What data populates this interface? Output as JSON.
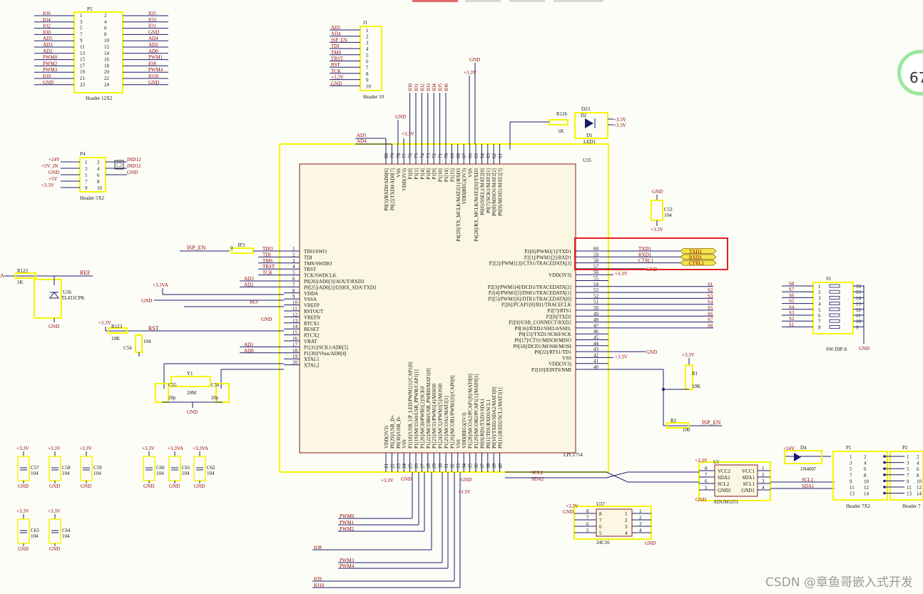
{
  "colors": {
    "wire": "#1a1a6e",
    "label": "#8b0000",
    "part": "#f5f500",
    "body": "#fbf7e2",
    "border": "#8b1a1a",
    "highlight": "#e02020",
    "port": "#f4e44c"
  },
  "watermark": "CSDN @章鱼哥嵌入式开发",
  "zoom_badge": "67",
  "ic": {
    "designator": "U35",
    "part": "LPC1754",
    "left_pins": [
      {
        "num": "1",
        "name": "TDO/SWO",
        "net": "TDO"
      },
      {
        "num": "2",
        "name": "TDI",
        "net": "TDI"
      },
      {
        "num": "3",
        "name": "TMS/SWDIO",
        "net": "TMS"
      },
      {
        "num": "4",
        "name": "TRST",
        "net": "TRST"
      },
      {
        "num": "5",
        "name": "TCK/SWDCLK",
        "net": "TCK"
      },
      {
        "num": "6",
        "name": "P0[26]/AD0[3]/AOUT/RXD3",
        "net": "AD3"
      },
      {
        "num": "7",
        "name": "P0[25]/AD0[2]/I2SRX_SDA/TXD3",
        "net": "AD2"
      },
      {
        "num": "8",
        "name": "VDDA",
        "net": "+3.3VA"
      },
      {
        "num": "9",
        "name": "VSSA",
        "net": "GND"
      },
      {
        "num": "10",
        "name": "VREFP",
        "net": "REF"
      },
      {
        "num": "11",
        "name": "RSTOUT",
        "net": ""
      },
      {
        "num": "12",
        "name": "VREFN",
        "net": "GND"
      },
      {
        "num": "13",
        "name": "RTCX1",
        "net": ""
      },
      {
        "num": "14",
        "name": "RESET",
        "net": "RST"
      },
      {
        "num": "15",
        "name": "RTCX2",
        "net": ""
      },
      {
        "num": "16",
        "name": "VBAT",
        "net": ""
      },
      {
        "num": "17",
        "name": "P1[31]/SCK1/AD0[5]",
        "net": "AD1"
      },
      {
        "num": "18",
        "name": "P1[30]/Vbus/AD0[4]",
        "net": "AD0"
      },
      {
        "num": "19",
        "name": "XTAL1",
        "net": ""
      },
      {
        "num": "20",
        "name": "XTAL2",
        "net": ""
      }
    ],
    "right_pins": [
      {
        "num": "60",
        "name": "P2[0]/PWM1[1]/TXD1",
        "net": "TXD1"
      },
      {
        "num": "59",
        "name": "P2[1]/PWM1[2]/RXD1",
        "net": "RXD1"
      },
      {
        "num": "58",
        "name": "P2[2]/PWM1[3]/CTS1/TRACEDATA[3]",
        "net": "CTRL1"
      },
      {
        "num": "57",
        "name": "",
        "net": "GND"
      },
      {
        "num": "56",
        "name": "VDD(3V3)",
        "net": "+3.3V"
      },
      {
        "num": "55",
        "name": "",
        "net": ""
      },
      {
        "num": "54",
        "name": "P2[3]/PWM1[4]/DCD1/TRACEDATA[2]",
        "net": "S1"
      },
      {
        "num": "53",
        "name": "P2[4]/PWM1[5]/DSR1/TRACEDATA[1]",
        "net": "S2"
      },
      {
        "num": "52",
        "name": "P2[5]/PWM1[6]/DTR1/TRACEDATA[0]",
        "net": "S3"
      },
      {
        "num": "51",
        "name": "P2[6]/PCAP1[0]/RI1/TRACECLK",
        "net": "S4"
      },
      {
        "num": "50",
        "name": "P2[7]/RTS1",
        "net": "S5"
      },
      {
        "num": "49",
        "name": "P2[8]/TXD2",
        "net": "S6"
      },
      {
        "num": "48",
        "name": "P2[9]/USB_CONNECT/RXD2",
        "net": "S7"
      },
      {
        "num": "47",
        "name": "P0[16]/RXD1/SSEL0/SSEL",
        "net": "S8"
      },
      {
        "num": "46",
        "name": "P0[15]/TXD1/SCK0/SCK",
        "net": ""
      },
      {
        "num": "45",
        "name": "P0[17]/CTS1/MISO0/MISO",
        "net": ""
      },
      {
        "num": "44",
        "name": "P0[18]/DCD1/MOSI0/MOSI",
        "net": ""
      },
      {
        "num": "43",
        "name": "P0[22]/RTS1/TD1",
        "net": "GND"
      },
      {
        "num": "42",
        "name": "VSS",
        "net": "+3.3V"
      },
      {
        "num": "41",
        "name": "VDD(3V3)",
        "net": ""
      },
      {
        "num": "40",
        "name": "P2[10]/EINT0/NMI",
        "net": "ISP_EN"
      }
    ],
    "top_pins": [
      {
        "num": "80",
        "name": "P0[3]/RXD0/AD0[6]",
        "net": "AD5"
      },
      {
        "num": "79",
        "name": "P0[2]/TXD0/AD0[7]",
        "net": "AD4"
      },
      {
        "num": "78",
        "name": "VSS",
        "net": "GND"
      },
      {
        "num": "77",
        "name": "VDD(3V3)",
        "net": "+3.3V"
      },
      {
        "num": "76",
        "name": "P1[0]",
        "net": "IO0"
      },
      {
        "num": "75",
        "name": "P1[1]",
        "net": "IO1"
      },
      {
        "num": "74",
        "name": "P1[4]",
        "net": "IO2"
      },
      {
        "num": "73",
        "name": "P1[8]",
        "net": "IO3"
      },
      {
        "num": "72",
        "name": "P1[9]",
        "net": "IO4"
      },
      {
        "num": "71",
        "name": "P1[10]",
        "net": "IO5"
      },
      {
        "num": "70",
        "name": "P1[14]",
        "net": "IO6"
      },
      {
        "num": "69",
        "name": "P1[15]",
        "net": ""
      },
      {
        "num": "68",
        "name": "P4[29]/TX_MCLK/MAT2[1]/RXD3",
        "net": ""
      },
      {
        "num": "67",
        "name": "VDD(REG)(3V3)",
        "net": "+3.3V"
      },
      {
        "num": "66",
        "name": "VSS",
        "net": "GND"
      },
      {
        "num": "65",
        "name": "P4[28]/RX_MCLK/MAT2[0]/TXD3",
        "net": ""
      },
      {
        "num": "64",
        "name": "P0[6]/SSEL1/MAT2[0]",
        "net": ""
      },
      {
        "num": "63",
        "name": "P0[7]/SCK1/MAT2[1]",
        "net": ""
      },
      {
        "num": "62",
        "name": "P0[8]/MISO1/MAT2[2]",
        "net": ""
      },
      {
        "num": "61",
        "name": "P0[9]/MOSI1/MAT2[3]",
        "net": ""
      }
    ],
    "bottom_pins": [
      {
        "num": "21",
        "name": "VDD(3V3)",
        "net": "+3.3V"
      },
      {
        "num": "22",
        "name": "P0[29]/USB_D+",
        "net": ""
      },
      {
        "num": "23",
        "name": "P0[30]/USB_D-",
        "net": ""
      },
      {
        "num": "24",
        "name": "VSS",
        "net": "GND"
      },
      {
        "num": "25",
        "name": "P1[18]/USB_UP_LED/PWM1[1]/CAP1[0]",
        "net": ""
      },
      {
        "num": "26",
        "name": "P1[19]/MCOA0/USB_PPWR/CAP1[1]",
        "net": ""
      },
      {
        "num": "27",
        "name": "P1[20]/MCI0/PWM1[2]/SCK0",
        "net": "PWM0"
      },
      {
        "num": "28",
        "name": "P1[22]/MCOB0/USB_PWRD/MAT1[0]",
        "net": "PWM1"
      },
      {
        "num": "29",
        "name": "P1[23]/MCI1/PWM1[4]/MISO0",
        "net": "PWM2"
      },
      {
        "num": "30",
        "name": "P1[24]/MCI2/PWM1[5]/MOSI0",
        "net": "IO8"
      },
      {
        "num": "31",
        "name": "P1[25]/MCOA1/MAT1[1]",
        "net": "PWM3"
      },
      {
        "num": "32",
        "name": "P1[26]/MCOB1/PWM1[6]/CAP0[0]",
        "net": "PWM4"
      },
      {
        "num": "33",
        "name": "VSS",
        "net": "IO9"
      },
      {
        "num": "34",
        "name": "VDD(REG)(3V3)",
        "net": "IO10"
      },
      {
        "num": "35",
        "name": "P1[28]/MCOA2/PCAP1[0]/MAT0[0]",
        "net": "GND"
      },
      {
        "num": "36",
        "name": "P1[29]/MCOB2/PCAP1[1]/MAT0[1]",
        "net": "+3.3V"
      },
      {
        "num": "37",
        "name": "P0[0]/RD1/TXD3/SDA1",
        "net": ""
      },
      {
        "num": "38",
        "name": "P0[1]/TD1/RXD3/SCL1",
        "net": ""
      },
      {
        "num": "39",
        "name": "P0[10]/TXD2/SDA2/MAT3[0]",
        "net": "SCL2"
      },
      {
        "num": "40",
        "name": "P0[11]/RXD2/SCL2/MAT3[1]",
        "net": "SDA2"
      }
    ]
  },
  "net_labels": {
    "tdo": "TDO",
    "tdi": "TDI",
    "tms": "TMS",
    "trst": "TRST",
    "tck": "TCK",
    "isp_en": "ISP_EN",
    "isp_en2": "ISP_EN",
    "gnd": "GND",
    "v33": "+3.3V",
    "v33a": "+3.3VA",
    "ref": "REF",
    "rst": "RST",
    "a": "A",
    "vcc24": "+24V",
    "v5": "+5V",
    "v5in": "+5V_IN",
    "scl1": "SCL1",
    "sda1": "SDA1",
    "scl2": "SCL2",
    "sda2": "SDA2"
  },
  "ports": [
    {
      "label": "TXD1",
      "num": "60"
    },
    {
      "label": "RXD1",
      "num": "59"
    },
    {
      "label": "CTRL1",
      "num": "58"
    }
  ],
  "p5": {
    "des": "P5",
    "part": "Header 12X2",
    "left_nets": [
      "IO6",
      "IO4",
      "IO2",
      "IO0",
      "AD5",
      "AD3",
      "AD1",
      "PWM0",
      "PWM2",
      "PWM3",
      "IO9",
      "GND"
    ],
    "right_nets": [
      "IO5",
      "IO3",
      "IO1",
      "GND",
      "AD4",
      "AD2",
      "AD0",
      "PWM1",
      "IO8",
      "PWM4",
      "IO10",
      "GND"
    ],
    "left_nums": [
      "1",
      "3",
      "5",
      "7",
      "9",
      "11",
      "13",
      "15",
      "17",
      "19",
      "21",
      "23"
    ],
    "right_nums": [
      "2",
      "4",
      "6",
      "8",
      "10",
      "12",
      "14",
      "16",
      "18",
      "20",
      "22",
      "24"
    ]
  },
  "j1": {
    "des": "J1",
    "part": "Header 10",
    "nets": [
      "AD5",
      "AD4",
      "ISP_EN",
      "TDI",
      "TMS",
      "TRST",
      "RST",
      "TCK",
      "+3.3V",
      "GND"
    ],
    "nums": [
      "1",
      "2",
      "3",
      "4",
      "5",
      "6",
      "7",
      "8",
      "9",
      "10"
    ]
  },
  "p4": {
    "des": "P4",
    "part": "Header 5X2",
    "left_nets": [
      "+24V",
      "+5V_IN",
      "GND",
      "+5V",
      "+3.3V"
    ],
    "right_nets": [
      "IND12",
      "IND12",
      "GND",
      "",
      ""
    ],
    "left_nums": [
      "1",
      "3",
      "5",
      "7",
      "9"
    ],
    "right_nums": [
      "2",
      "4",
      "6",
      "8",
      "10"
    ]
  },
  "parts": {
    "r126": "R126",
    "r126v": "1K",
    "d23": "D23",
    "d2": "D2",
    "d1": "D1",
    "led1": "LED1",
    "r122": "R122",
    "r122v": "1K",
    "u36": "U36",
    "u36p": "TL431CPK",
    "r123": "R123",
    "r123v": "10K",
    "c54": "C54",
    "c54v": "104",
    "y1": "Y1",
    "y1v": "20M",
    "c55": "C55",
    "c55v": "20p",
    "c5x": "C5x",
    "c5xv": "20p",
    "jp3": "JP3",
    "jp3v": "0",
    "c53": "C53",
    "c53v": "104",
    "r1": "R1",
    "r1v": "10K",
    "r2": "R2",
    "r2v": "100",
    "s1": "S1",
    "s1p": "SW DIP-8",
    "d4": "D4",
    "d4p": "1N4007",
    "u1": "U1",
    "u1p": "ADUM1251",
    "u37": "U37",
    "u37p": "24C16",
    "p1": "P1",
    "p1p": "Header 7X2",
    "p2": "P2",
    "p2p": "Header 7"
  },
  "caps": [
    {
      "des": "C57",
      "val": "104",
      "supply": "+3.3V"
    },
    {
      "des": "C58",
      "val": "104",
      "supply": "+3.3V"
    },
    {
      "des": "C59",
      "val": "104",
      "supply": "+3.3V"
    },
    {
      "des": "C60",
      "val": "104",
      "supply": "+3.3V"
    },
    {
      "des": "C61",
      "val": "104",
      "supply": "+3.3VA"
    },
    {
      "des": "C62",
      "val": "104",
      "supply": "+3.3VA"
    },
    {
      "des": "C63",
      "val": "104",
      "supply": "+3.3V"
    },
    {
      "des": "C64",
      "val": "104",
      "supply": "+3.3V"
    }
  ],
  "dip": {
    "left": [
      "S8",
      "S7",
      "S6",
      "S5",
      "S4",
      "S3",
      "S2",
      "S1"
    ],
    "lnums": [
      "1",
      "2",
      "3",
      "4",
      "5",
      "6",
      "7",
      "8"
    ],
    "rnums": [
      "16",
      "15",
      "14",
      "13",
      "12",
      "11",
      "10",
      "9"
    ]
  },
  "u1pins": {
    "left": [
      "VCC2",
      "SDA2",
      "SCL2",
      "GND2"
    ],
    "right": [
      "VCC1",
      "SDA1",
      "SCL1",
      "GND1"
    ],
    "lnums": [
      "8",
      "7",
      "6",
      "5"
    ],
    "rnums": [
      "1",
      "2",
      "3",
      "4"
    ]
  },
  "u37pins": {
    "lnums": [
      "8",
      "7",
      "6",
      "5"
    ],
    "rnums": [
      "1",
      "2",
      "3",
      "4"
    ]
  }
}
